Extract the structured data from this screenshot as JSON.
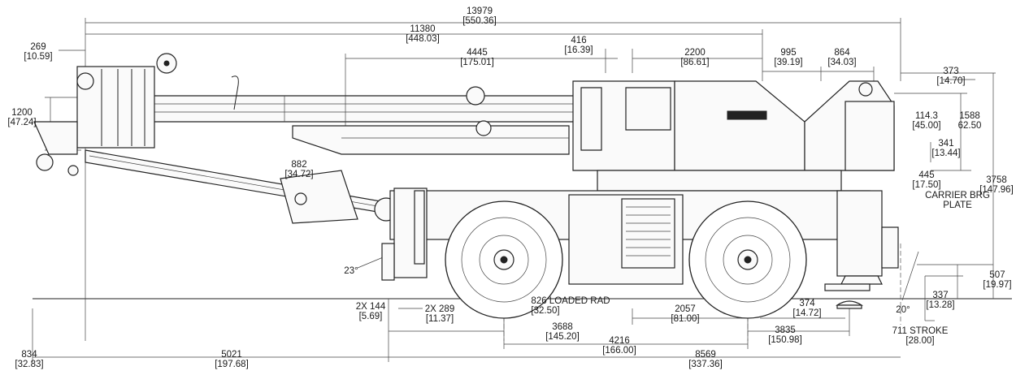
{
  "dimensions": {
    "overall_length": {
      "metric": "13979",
      "imperial": "[550.36]"
    },
    "boom_length": {
      "metric": "11380",
      "imperial": "[448.03]"
    },
    "boom_offset": {
      "metric": "4445",
      "imperial": "[175.01]"
    },
    "boom_hinge": {
      "metric": "416",
      "imperial": "[16.39]"
    },
    "cab_to_center": {
      "metric": "2200",
      "imperial": "[86.61]"
    },
    "counterweight_a": {
      "metric": "995",
      "imperial": "[39.19]"
    },
    "counterweight_b": {
      "metric": "864",
      "imperial": "[34.03]"
    },
    "top_nose": {
      "metric": "269",
      "imperial": "[10.59]"
    },
    "head_height": {
      "metric": "1200",
      "imperial": "[47.24]"
    },
    "rear_top": {
      "metric": "373",
      "imperial": "[14.70]"
    },
    "rear_a": {
      "metric": "114.3",
      "imperial": "[45.00]"
    },
    "rear_b": {
      "metric": "1588",
      "imperial": "62.50"
    },
    "rear_c": {
      "metric": "341",
      "imperial": "[13.44]"
    },
    "rear_d": {
      "metric": "445",
      "imperial": "[17.50]"
    },
    "overall_height": {
      "metric": "3758",
      "imperial": "[147.96]"
    },
    "boom_low": {
      "metric": "882",
      "imperial": "[34.72]"
    },
    "ground_clear_a": {
      "metric": "507",
      "imperial": "[19.97]"
    },
    "ground_clear_b": {
      "metric": "337",
      "imperial": "[13.28]"
    },
    "front_step": {
      "metric": "2X 144",
      "imperial": "[5.69]"
    },
    "front_step_b": {
      "metric": "2X 289",
      "imperial": "[11.37]"
    },
    "wheel_mid": {
      "metric": "2057",
      "imperial": "[81.00]"
    },
    "rear_step": {
      "metric": "374",
      "imperial": "[14.72]"
    },
    "front_axle": {
      "metric": "3688",
      "imperial": "[145.20]"
    },
    "wheelbase": {
      "metric": "4216",
      "imperial": "[166.00]"
    },
    "rear_axle": {
      "metric": "3835",
      "imperial": "[150.98]"
    },
    "stroke": {
      "metric": "711 STROKE",
      "imperial": "[28.00]"
    },
    "front_overhang": {
      "metric": "834",
      "imperial": "[32.83]"
    },
    "front_to_center": {
      "metric": "5021",
      "imperial": "[197.68]"
    },
    "center_to_rear": {
      "metric": "8569",
      "imperial": "[337.36]"
    }
  },
  "notes": {
    "loaded_rad": "826 LOADED RAD",
    "loaded_rad_imperial": "[32.50]",
    "carrier_line1": "CARRIER BRG",
    "carrier_line2": "PLATE",
    "approach_angle": "23°",
    "departure_angle": "20°"
  }
}
